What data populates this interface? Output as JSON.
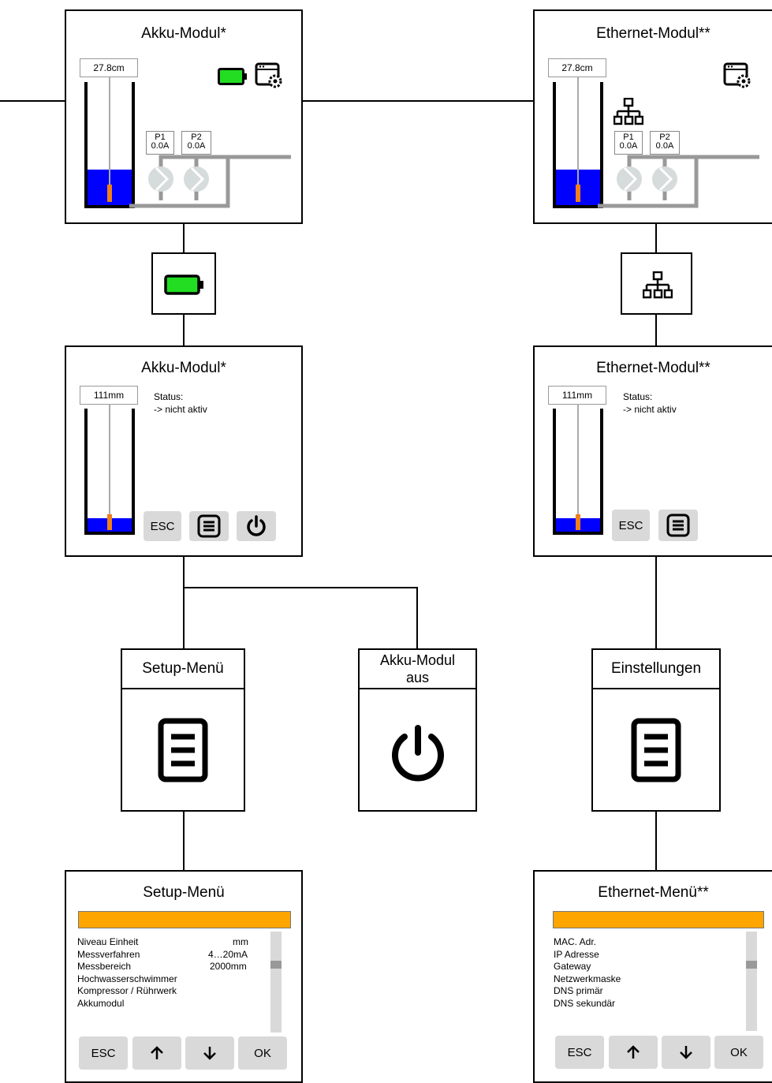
{
  "icons": {
    "battery": "battery-icon",
    "network": "network-icon",
    "settings": "settings-window-icon",
    "menu": "menu-list-icon",
    "power": "power-icon",
    "up": "arrow-up-icon",
    "down": "arrow-down-icon"
  },
  "colors": {
    "water": "#0000ff",
    "float": "#ef7f1a",
    "battery": "#22dd22",
    "highlight": "#ffa500",
    "button": "#d9d9d9"
  },
  "screen_a": {
    "title": "Akku-Modul*",
    "reading": "27.8cm",
    "p1": "P1\n0.0A",
    "p2": "P2\n0.0A",
    "water_level_fraction": 0.29
  },
  "screen_b": {
    "title": "Ethernet-Modul**",
    "reading": "27.8cm",
    "p1": "P1\n0.0A",
    "p2": "P2\n0.0A",
    "water_level_fraction": 0.29
  },
  "screen_c": {
    "title": "Akku-Modul*",
    "reading": "111mm",
    "status": "Status:\n-> nicht aktiv",
    "esc": "ESC",
    "water_level_fraction": 0.11
  },
  "screen_d": {
    "title": "Ethernet-Modul**",
    "reading": "111mm",
    "status": "Status:\n-> nicht aktiv",
    "esc": "ESC",
    "water_level_fraction": 0.11
  },
  "node_setup": {
    "title": "Setup-Menü"
  },
  "node_power": {
    "title_line1": "Akku-Modul",
    "title_line2": "aus"
  },
  "node_settings": {
    "title": "Einstellungen"
  },
  "menu_setup": {
    "title": "Setup-Menü",
    "items": [
      {
        "label": "Niveau Einheit",
        "value": "mm"
      },
      {
        "label": "Messverfahren",
        "value": "4…20mA"
      },
      {
        "label": "Messbereich",
        "value": "2000mm"
      },
      {
        "label": "Hochwasserschwimmer",
        "value": ""
      },
      {
        "label": "Kompressor / Rührwerk",
        "value": ""
      },
      {
        "label": "Akkumodul",
        "value": ""
      }
    ],
    "buttons": {
      "esc": "ESC",
      "ok": "OK"
    }
  },
  "menu_ethernet": {
    "title": "Ethernet-Menü**",
    "items": [
      {
        "label": "MAC. Adr."
      },
      {
        "label": "IP Adresse"
      },
      {
        "label": "Gateway"
      },
      {
        "label": "Netzwerkmaske"
      },
      {
        "label": "DNS primär"
      },
      {
        "label": "DNS sekundär"
      }
    ],
    "buttons": {
      "esc": "ESC",
      "ok": "OK"
    }
  }
}
